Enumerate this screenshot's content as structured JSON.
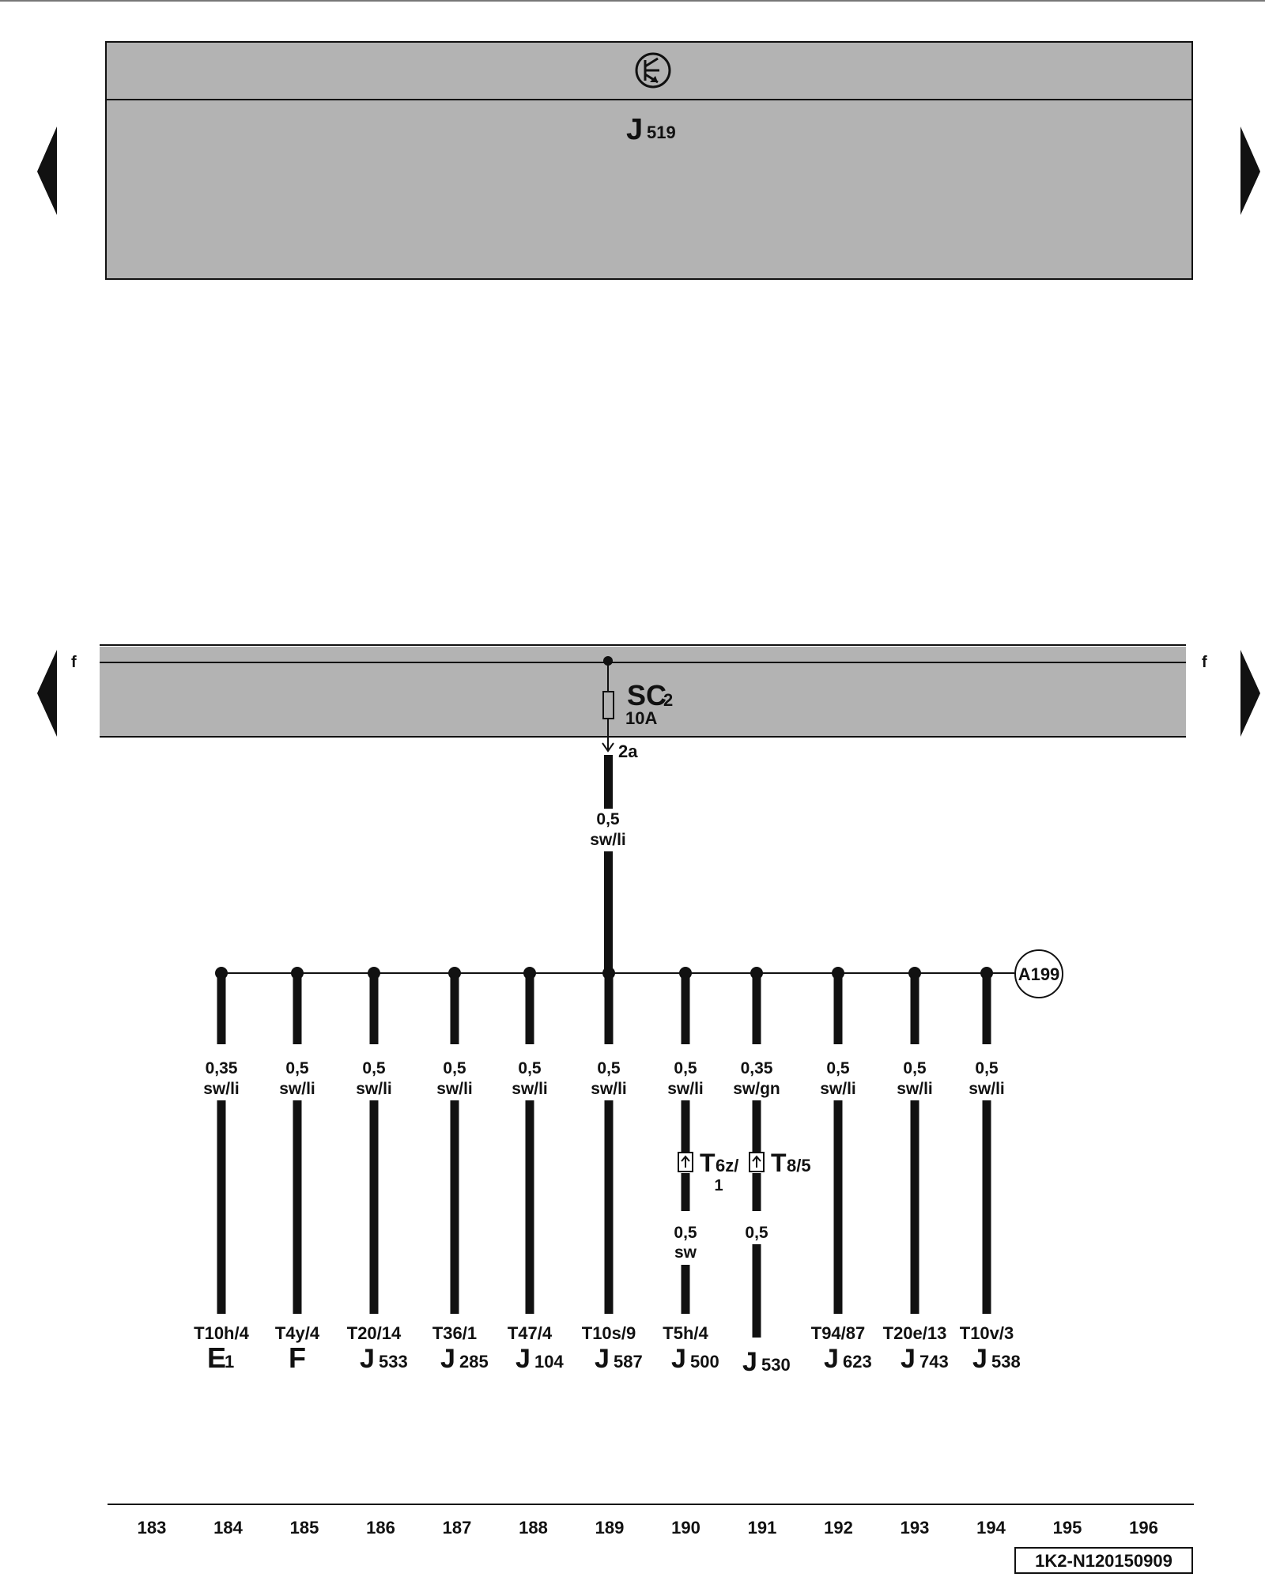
{
  "control_unit": {
    "code": "J",
    "sub": "519"
  },
  "bottom_band": {
    "edge_left": "f",
    "edge_right": "f"
  },
  "fuse": {
    "code": "SC",
    "sub": "2",
    "rating": "10A",
    "pin": "2a"
  },
  "main_wire": {
    "size": "0,5",
    "color": "sw/li"
  },
  "ground_ref": "A199",
  "branches": [
    {
      "size": "0,35",
      "color": "sw/li",
      "pin": "T10h/4",
      "code": "E",
      "sub": "1"
    },
    {
      "size": "0,5",
      "color": "sw/li",
      "pin": "T4y/4",
      "code": "F",
      "sub": ""
    },
    {
      "size": "0,5",
      "color": "sw/li",
      "pin": "T20/14",
      "code": "J",
      "sub": "533"
    },
    {
      "size": "0,5",
      "color": "sw/li",
      "pin": "T36/1",
      "code": "J",
      "sub": "285"
    },
    {
      "size": "0,5",
      "color": "sw/li",
      "pin": "T47/4",
      "code": "J",
      "sub": "104"
    },
    {
      "size": "0,5",
      "color": "sw/li",
      "pin": "T10s/9",
      "code": "J",
      "sub": "587"
    },
    {
      "size": "0,5",
      "color": "sw/li",
      "pin": "T5h/4",
      "code": "J",
      "sub": "500",
      "connector": {
        "code": "T",
        "sub": "6z/",
        "extra": "1"
      },
      "lower": {
        "size": "0,5",
        "color": "sw"
      }
    },
    {
      "size": "0,35",
      "color": "sw/gn",
      "pin": "",
      "code": "J",
      "sub": "530",
      "connector": {
        "code": "T",
        "sub": "8/5",
        "extra": ""
      },
      "lower": {
        "size": "0,5",
        "color": ""
      }
    },
    {
      "size": "0,5",
      "color": "sw/li",
      "pin": "T94/87",
      "code": "J",
      "sub": "623"
    },
    {
      "size": "0,5",
      "color": "sw/li",
      "pin": "T20e/13",
      "code": "J",
      "sub": "743"
    },
    {
      "size": "0,5",
      "color": "sw/li",
      "pin": "T10v/3",
      "code": "J",
      "sub": "538"
    }
  ],
  "track_numbers": [
    "183",
    "184",
    "185",
    "186",
    "187",
    "188",
    "189",
    "190",
    "191",
    "192",
    "193",
    "194",
    "195",
    "196"
  ],
  "doc_id": "1K2-N120150909",
  "colors": {
    "band": "#b3b3b3",
    "ink": "#111111"
  }
}
